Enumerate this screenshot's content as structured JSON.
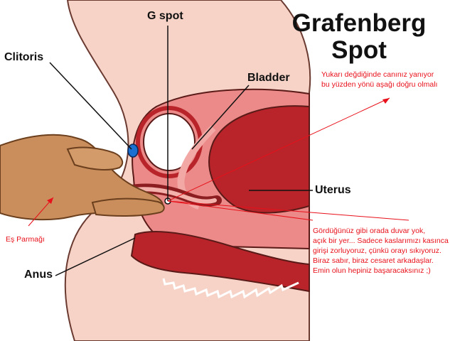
{
  "title": {
    "line1": "Grafenberg",
    "line2": "Spot"
  },
  "labels": {
    "g_spot": "G spot",
    "clitoris": "Clitoris",
    "bladder": "Bladder",
    "uterus": "Uterus",
    "anus": "Anus"
  },
  "annotations": {
    "top_note": {
      "line1": "Yukarı değdiğinde canınız yanıyor",
      "line2": "bu yüzden yönü aşağı doğru olmalı"
    },
    "finger_note": "Eş Parmağı",
    "right_note": {
      "line1": "Gördüğünüz gibi orada duvar yok,",
      "line2": "açık bir yer... Sadece kaslarımızı kasınca",
      "line3": "girişi zorluyoruz, çünkü orayı sıkıyoruz.",
      "line4": "Biraz sabır, biraz cesaret arkadaşlar.",
      "line5": "Emin olun hepiniz başaracaksınız ;)"
    }
  },
  "colors": {
    "skin": "#f7d3c7",
    "tissue_light": "#eb8a88",
    "tissue_dark": "#b8242a",
    "annotation_red": "#e8101a",
    "hand": "#c98e5c",
    "clitoris_blue": "#1b6fd0"
  }
}
